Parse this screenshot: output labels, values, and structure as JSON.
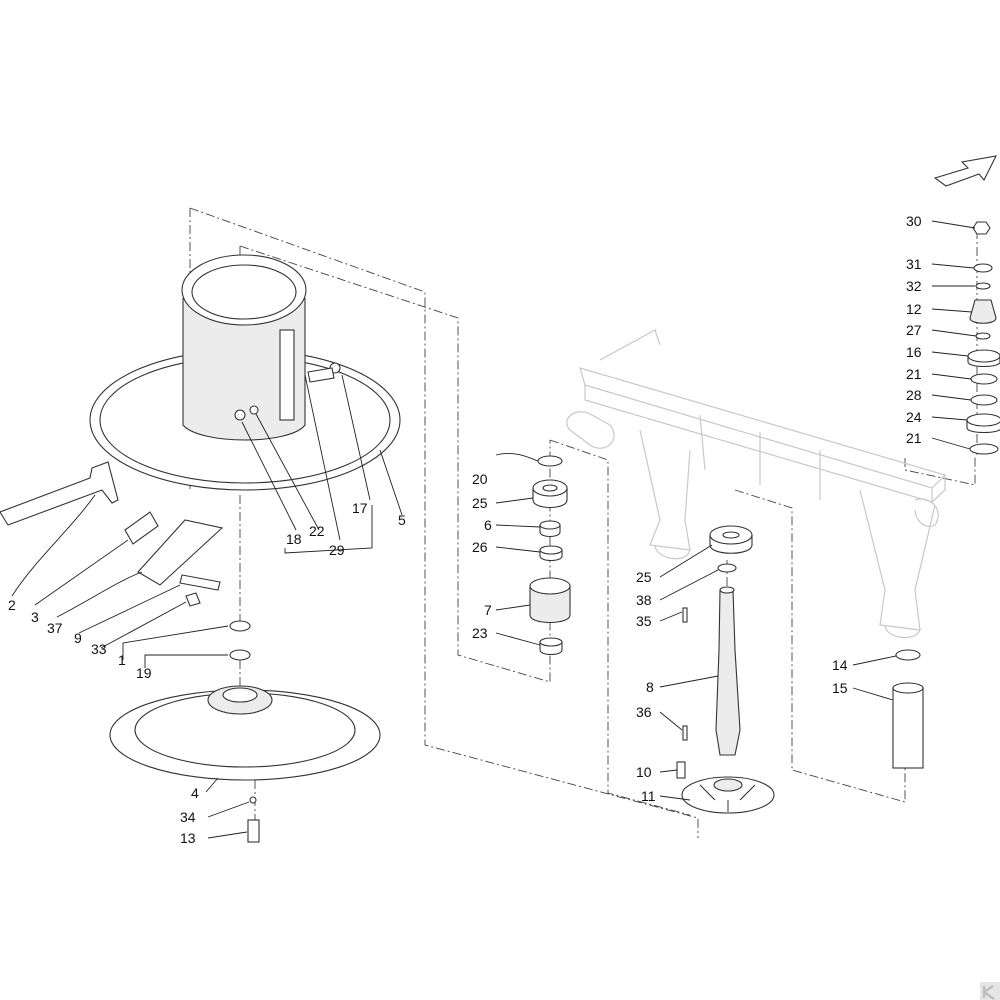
{
  "labels": {
    "l30": "30",
    "l31": "31",
    "l32": "32",
    "l12": "12",
    "l27": "27",
    "l16": "16",
    "l21a": "21",
    "l28": "28",
    "l24": "24",
    "l21b": "21",
    "l20": "20",
    "l25a": "25",
    "l6": "6",
    "l26": "26",
    "l7": "7",
    "l23": "23",
    "l25b": "25",
    "l38": "38",
    "l35": "35",
    "l8": "8",
    "l36": "36",
    "l10": "10",
    "l11": "11",
    "l14": "14",
    "l15": "15",
    "l17": "17",
    "l5": "5",
    "l18": "18",
    "l22": "22",
    "l29": "29",
    "l2": "2",
    "l3": "3",
    "l37": "37",
    "l9": "9",
    "l33": "33",
    "l1": "1",
    "l19": "19",
    "l4": "4",
    "l34": "34",
    "l13": "13"
  },
  "icons": {
    "direction": "direction-arrow-icon",
    "logo": "brand-logo-icon"
  }
}
